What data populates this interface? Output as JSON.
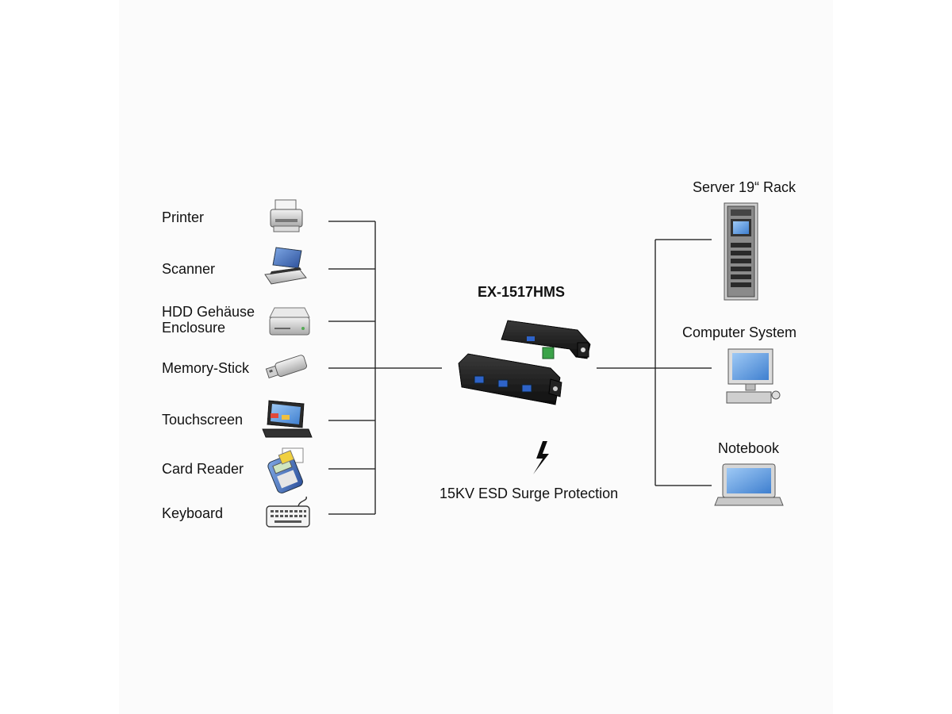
{
  "devices_left": [
    {
      "label": "Printer",
      "icon": "printer-icon"
    },
    {
      "label": "Scanner",
      "icon": "scanner-icon"
    },
    {
      "label_line1": "HDD Gehäuse",
      "label_line2": "Enclosure",
      "icon": "hdd-enclosure-icon"
    },
    {
      "label": "Memory-Stick",
      "icon": "usb-stick-icon"
    },
    {
      "label": "Touchscreen",
      "icon": "touchscreen-pos-icon"
    },
    {
      "label": "Card Reader",
      "icon": "card-reader-icon"
    },
    {
      "label": "Keyboard",
      "icon": "keyboard-icon"
    }
  ],
  "hub": {
    "model": "EX-1517HMS",
    "protection_label": "15KV ESD Surge Protection",
    "icon": "usb-hub-icon",
    "protection_icon": "lightning-bolt-icon"
  },
  "devices_right": [
    {
      "label": "Server 19“ Rack",
      "icon": "server-rack-icon"
    },
    {
      "label": "Computer System",
      "icon": "desktop-computer-icon"
    },
    {
      "label": "Notebook",
      "icon": "laptop-icon"
    }
  ],
  "colors": {
    "line": "#222222",
    "hub_body": "#1c1c1c",
    "accent_blue": "#2f63c8",
    "terminal_green": "#3aa34a"
  }
}
